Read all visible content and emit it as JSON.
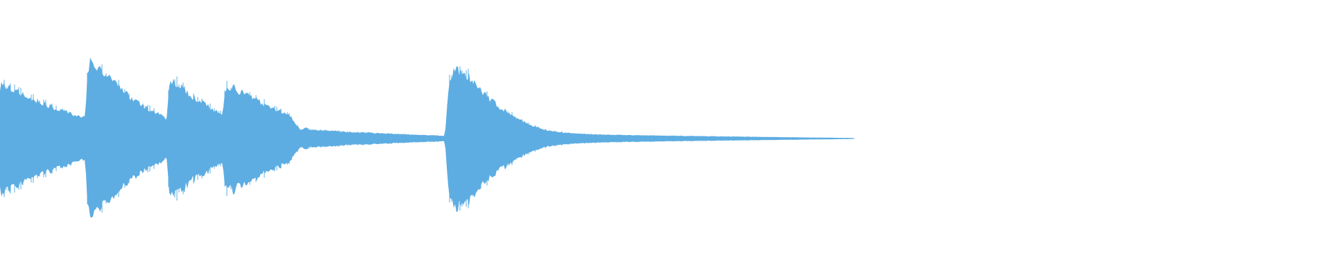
{
  "waveform": {
    "color": "#5DADE2",
    "background": "#ffffff",
    "center_level": 0.5,
    "envelope": [
      [
        0.0,
        0.185
      ],
      [
        0.002,
        0.195
      ],
      [
        0.006,
        0.185
      ],
      [
        0.012,
        0.17
      ],
      [
        0.02,
        0.15
      ],
      [
        0.035,
        0.12
      ],
      [
        0.05,
        0.095
      ],
      [
        0.06,
        0.08
      ],
      [
        0.064,
        0.075
      ],
      [
        0.066,
        0.25
      ],
      [
        0.068,
        0.28
      ],
      [
        0.072,
        0.265
      ],
      [
        0.08,
        0.23
      ],
      [
        0.09,
        0.18
      ],
      [
        0.1,
        0.14
      ],
      [
        0.11,
        0.11
      ],
      [
        0.122,
        0.08
      ],
      [
        0.125,
        0.07
      ],
      [
        0.127,
        0.19
      ],
      [
        0.13,
        0.205
      ],
      [
        0.135,
        0.19
      ],
      [
        0.145,
        0.15
      ],
      [
        0.155,
        0.12
      ],
      [
        0.163,
        0.095
      ],
      [
        0.167,
        0.085
      ],
      [
        0.169,
        0.18
      ],
      [
        0.172,
        0.19
      ],
      [
        0.18,
        0.17
      ],
      [
        0.19,
        0.145
      ],
      [
        0.2,
        0.12
      ],
      [
        0.21,
        0.1
      ],
      [
        0.218,
        0.085
      ],
      [
        0.222,
        0.05
      ],
      [
        0.226,
        0.03
      ],
      [
        0.229,
        0.04
      ],
      [
        0.233,
        0.03
      ],
      [
        0.24,
        0.03
      ],
      [
        0.26,
        0.024
      ],
      [
        0.29,
        0.018
      ],
      [
        0.32,
        0.012
      ],
      [
        0.334,
        0.01
      ],
      [
        0.337,
        0.2
      ],
      [
        0.342,
        0.25
      ],
      [
        0.348,
        0.24
      ],
      [
        0.356,
        0.2
      ],
      [
        0.366,
        0.15
      ],
      [
        0.376,
        0.11
      ],
      [
        0.386,
        0.08
      ],
      [
        0.398,
        0.05
      ],
      [
        0.41,
        0.03
      ],
      [
        0.425,
        0.02
      ],
      [
        0.45,
        0.014
      ],
      [
        0.5,
        0.01
      ],
      [
        0.55,
        0.007
      ],
      [
        0.6,
        0.004
      ],
      [
        0.64,
        0.002
      ],
      [
        0.642,
        0.0
      ],
      [
        1.0,
        0.0
      ]
    ]
  }
}
